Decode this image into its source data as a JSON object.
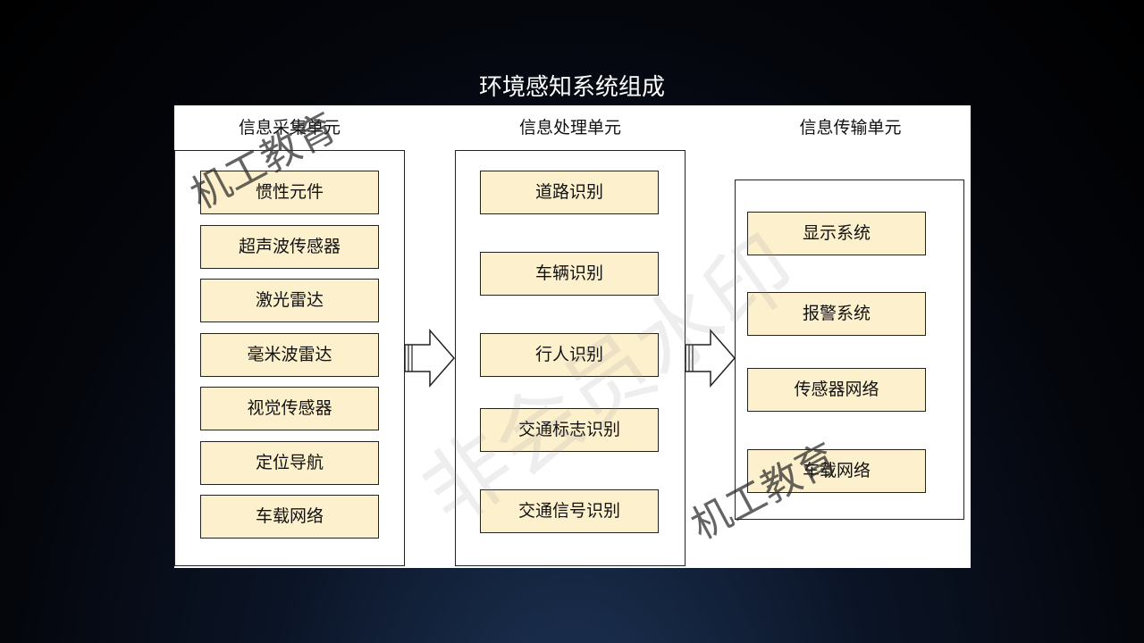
{
  "title": "环境感知系统组成",
  "columns": [
    {
      "title": "信息采集单元",
      "items": [
        "惯性元件",
        "超声波传感器",
        "激光雷达",
        "毫米波雷达",
        "视觉传感器",
        "定位导航",
        "车载网络"
      ]
    },
    {
      "title": "信息处理单元",
      "items": [
        "道路识别",
        "车辆识别",
        "行人识别",
        "交通标志识别",
        "交通信号识别"
      ]
    },
    {
      "title": "信息传输单元",
      "items": [
        "显示系统",
        "报警系统",
        "传感器网络",
        "车载网络"
      ]
    }
  ],
  "watermarks": [
    "机工教育",
    "非会员水印",
    "机工教育"
  ],
  "colors": {
    "item_fill": "#fdf0cd",
    "border": "#222222",
    "panel": "#ffffff",
    "title": "#ffffff"
  }
}
